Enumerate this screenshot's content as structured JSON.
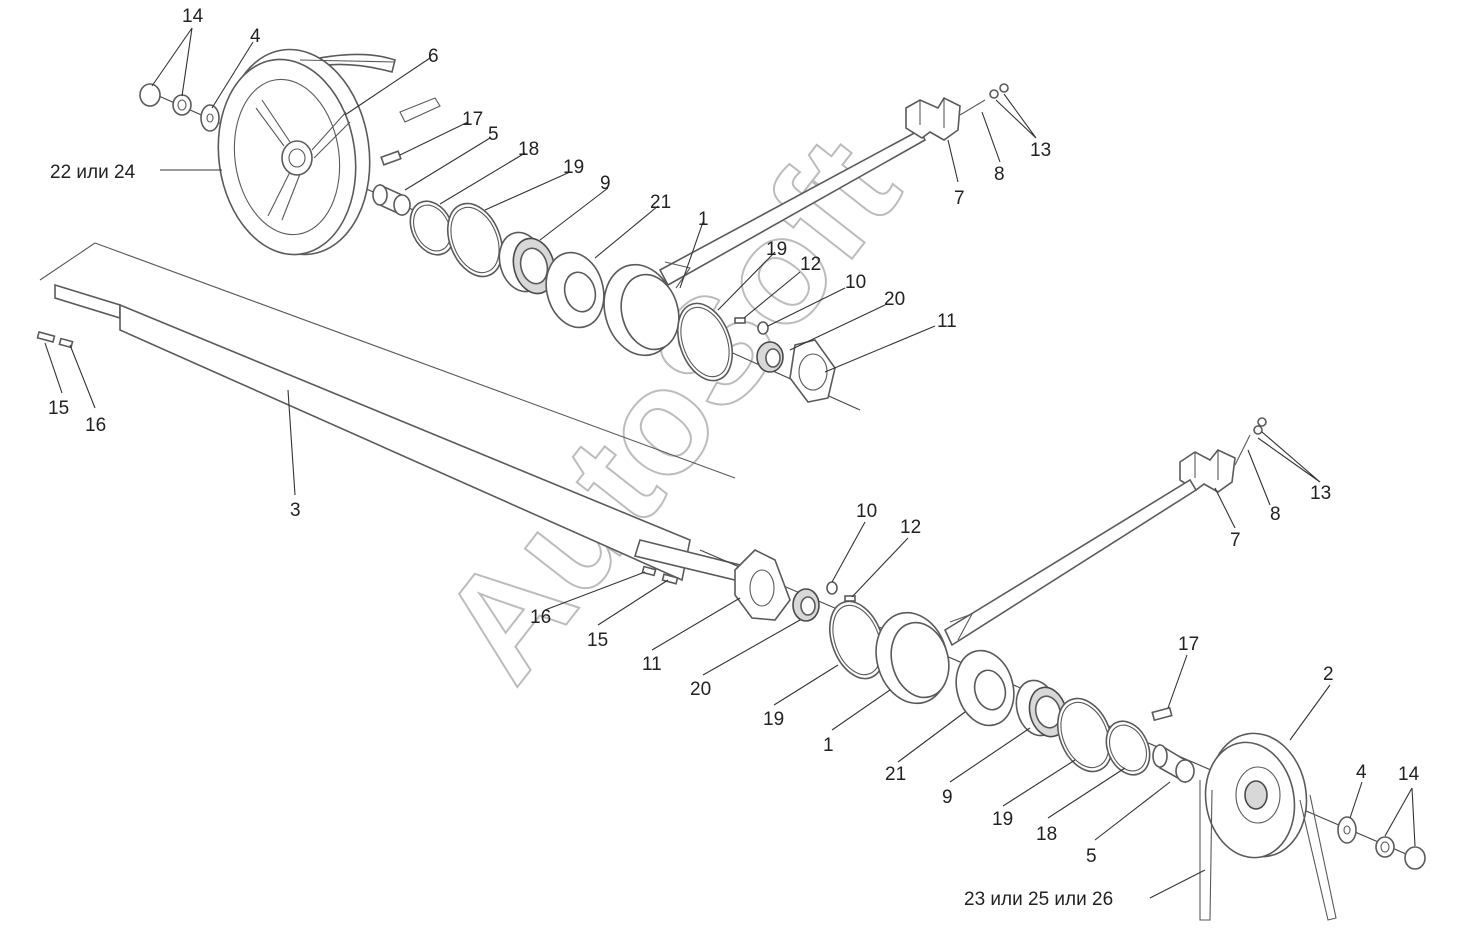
{
  "callouts": {
    "c14a": "14",
    "c4a": "4",
    "c6": "6",
    "c17a": "17",
    "c5a": "5",
    "c18a": "18",
    "c22_24": "22 или 24",
    "c19a": "19",
    "c9a": "9",
    "c21a": "21",
    "c1a": "1",
    "c7a": "7",
    "c8a": "8",
    "c13a": "13",
    "c19b": "19",
    "c12a": "12",
    "c10a": "10",
    "c20a": "20",
    "c11a": "11",
    "c15a": "15",
    "c16a": "16",
    "c3": "3",
    "c13b": "13",
    "c8b": "8",
    "c7b": "7",
    "c10b": "10",
    "c12b": "12",
    "c16b": "16",
    "c15b": "15",
    "c11b": "11",
    "c20b": "20",
    "c19c": "19",
    "c1b": "1",
    "c17b": "17",
    "c2": "2",
    "c21b": "21",
    "c9b": "9",
    "c19d": "19",
    "c18b": "18",
    "c5b": "5",
    "c4b": "4",
    "c14b": "14",
    "c23_25_26": "23 или 25 или 26"
  },
  "watermark": "AutoSoft"
}
